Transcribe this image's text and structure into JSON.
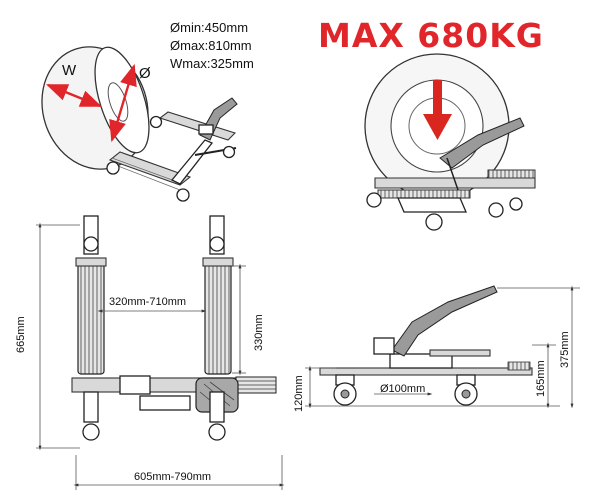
{
  "specs": {
    "min_diameter": "Ømin:450mm",
    "max_diameter": "Ømax:810mm",
    "max_width": "Wmax:325mm"
  },
  "capacity_title": "MAX 680KG",
  "accent_color": "#e0262a",
  "arrow_color": "#d9261f",
  "tire_labels": {
    "width": "W",
    "diameter": "Ø"
  },
  "top_view": {
    "arm_spread": "320mm-710mm",
    "roller_length": "330mm",
    "overall_length": "665mm",
    "overall_width": "605mm-790mm"
  },
  "side_view": {
    "caster_height": "120mm",
    "wheel_diameter": "Ø100mm",
    "roller_height": "165mm",
    "total_height": "375mm"
  },
  "icons": [
    "tire-icon",
    "dolly-sketch-icon",
    "down-arrow-icon",
    "caster-wheel-icon",
    "foot-pedal-icon"
  ]
}
